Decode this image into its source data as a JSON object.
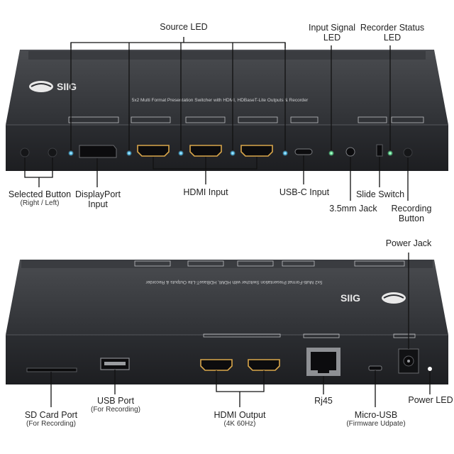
{
  "labels": {
    "source_led": "Source LED",
    "input_signal_led": [
      "Input Signal",
      "LED"
    ],
    "recorder_status_led": [
      "Recorder Status",
      "LED"
    ],
    "selected_button": "Selected Button",
    "selected_button_sub": "(Right / Left)",
    "displayport_input": [
      "DisplayPort",
      "Input"
    ],
    "hdmi_input": "HDMI Input",
    "usbc_input": "USB-C Input",
    "slide_switch": "Slide Switch",
    "jack_35mm": "3.5mm Jack",
    "recording_button": [
      "Recording",
      "Button"
    ],
    "power_jack": "Power Jack",
    "sd_card_port": "SD Card Port",
    "sd_card_port_sub": "(For Recording)",
    "usb_port": "USB Port",
    "usb_port_sub": "(For Recording)",
    "hdmi_output": "HDMI Output",
    "hdmi_output_sub": "(4K 60Hz)",
    "rj45": "Rj45",
    "micro_usb": "Micro-USB",
    "micro_usb_sub": "(Firmware Udpate)",
    "power_led": "Power LED"
  },
  "device": {
    "brand": "SIIG",
    "front_title": "5x2 Multi Format Presentation Switcher with HDMI, HDBaseT-Lite Outputs & Recorder",
    "back_title": "5x2 Multi-Format Presentation Switcher with HDMI, HDBaseT-Lite Outputs & Recorder"
  },
  "colors": {
    "body": "#2b2d31",
    "led": "#5fd0ff",
    "power_led": "#ffffff"
  }
}
